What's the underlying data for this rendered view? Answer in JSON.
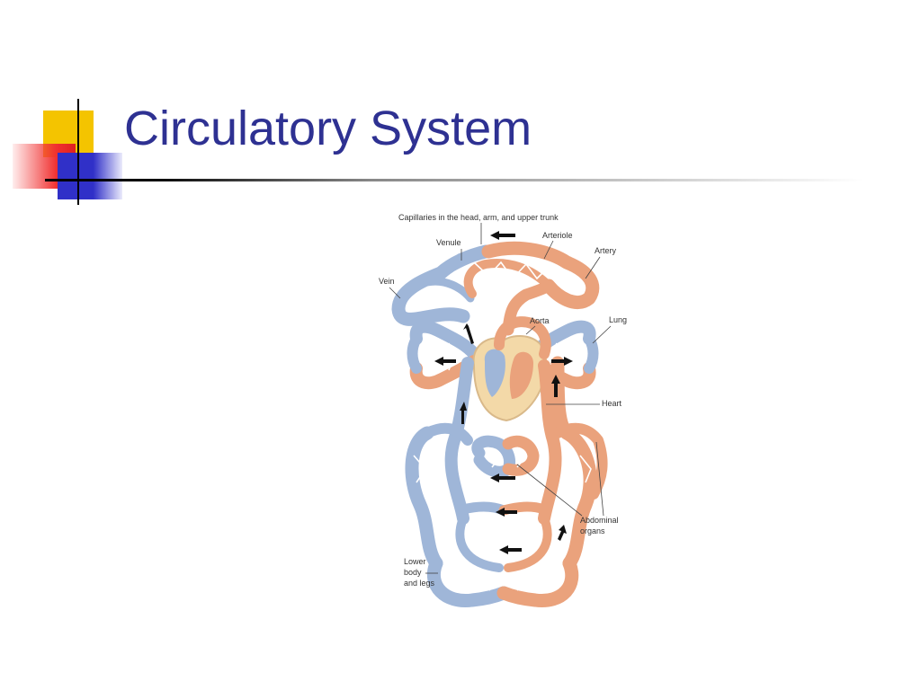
{
  "slide": {
    "title": "Circulatory System"
  },
  "diagram": {
    "labels": {
      "capillaries": "Capillaries in the head, arm, and upper trunk",
      "venule": "Venule",
      "arteriole": "Arteriole",
      "artery": "Artery",
      "vein": "Vein",
      "aorta": "Aorta",
      "lung": "Lung",
      "heart": "Heart",
      "abdominal": [
        "Abdominal",
        "organs"
      ],
      "lower": [
        "Lower",
        "body",
        "and legs"
      ]
    },
    "colors": {
      "vein": "#9fb6d8",
      "artery": "#eaa27c",
      "heart": "#f3d9a8",
      "title": "#2e3192"
    }
  }
}
